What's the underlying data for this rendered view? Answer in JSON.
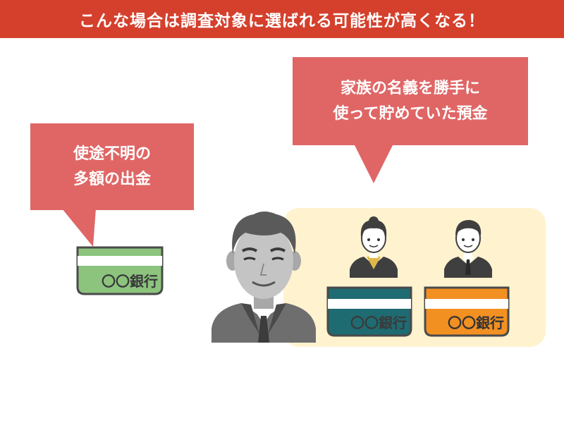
{
  "header": {
    "title": "こんな場合は調査対象に選ばれる可能性が高くなる！",
    "background": "#d4402c"
  },
  "bubbles": {
    "left": {
      "lines": [
        "使途不明の",
        "多額の出金"
      ],
      "color": "#e06666"
    },
    "right": {
      "lines": [
        "家族の名義を勝手に",
        "使って貯めていた預金"
      ],
      "color": "#e06666"
    }
  },
  "cards": {
    "green": {
      "label": "〇〇銀行",
      "color": "#8cc47e",
      "icon": "bank-card-icon"
    },
    "teal": {
      "label": "〇〇銀行",
      "color": "#1f6b72",
      "icon": "bank-card-icon"
    },
    "orange": {
      "label": "〇〇銀行",
      "color": "#f29022",
      "icon": "bank-card-icon"
    }
  },
  "people": {
    "elderly_man": {
      "icon": "elderly-man-icon"
    },
    "woman": {
      "icon": "woman-icon"
    },
    "young_man": {
      "icon": "young-man-icon"
    }
  },
  "colors": {
    "panel": "#fff3cf",
    "person_gray": "#7a7a7a"
  }
}
